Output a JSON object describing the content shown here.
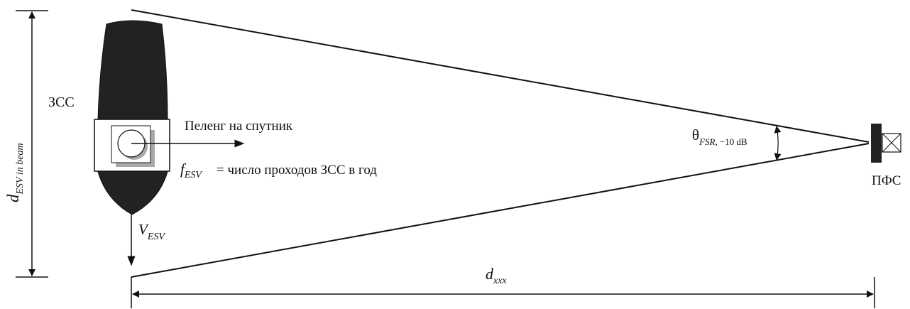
{
  "labels": {
    "esv": "ЗСС",
    "fss": "ПФС",
    "bearing": "Пеленг на спутник",
    "f_main": "f",
    "f_sub": "ESV",
    "f_text": "= число проходов ЗСС в год",
    "v_main": "V",
    "v_sub": "ESV",
    "d_beam_main": "d",
    "d_beam_sub": "ESV in beam",
    "dxxx_main": "d",
    "dxxx_sub": "xxx",
    "theta_main": "θ",
    "theta_sub": "FSR,",
    "theta_tail": " −10 dB"
  },
  "colors": {
    "line": "#111111",
    "ship": "#222222",
    "antenna_shadow": "#a9a9a9"
  }
}
